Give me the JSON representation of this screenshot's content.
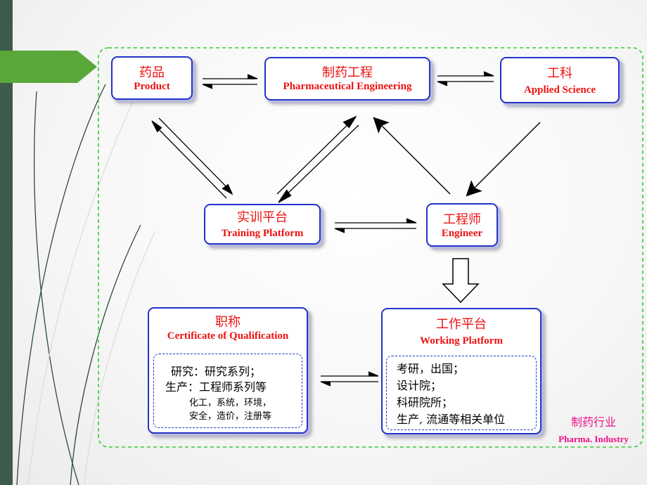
{
  "nodes": {
    "product": {
      "zh": "药品",
      "en": "Product"
    },
    "pharm": {
      "zh": "制药工程",
      "en": "Pharmaceutical Engineering"
    },
    "science": {
      "zh": "工科",
      "en": "Applied Science"
    },
    "training": {
      "zh": "实训平台",
      "en": "Training Platform"
    },
    "engineer": {
      "zh": "工程师",
      "en": "Engineer"
    },
    "cert": {
      "zh": "职称",
      "en": "Certificate of Qualification",
      "lines": [
        "研究：研究系列；",
        "生产：工程师系列等"
      ],
      "sub_lines": [
        "化工，系统，环境，",
        "安全，造价，注册等"
      ]
    },
    "working": {
      "zh": "工作平台",
      "en": "Working Platform",
      "lines": [
        "考研，出国；",
        "设计院；",
        "科研院所；",
        "生产, 流通等相关单位"
      ]
    }
  },
  "industry": {
    "zh": "制药行业",
    "en": "Pharma. Industry"
  },
  "colors": {
    "title_red": "#ee1111",
    "border_blue": "#2233cc",
    "industry_pink": "#ee1188",
    "frame_green": "#33cc33",
    "sidebar_green": "#5aa83a",
    "sidebar_dark": "#3d5a4a"
  }
}
